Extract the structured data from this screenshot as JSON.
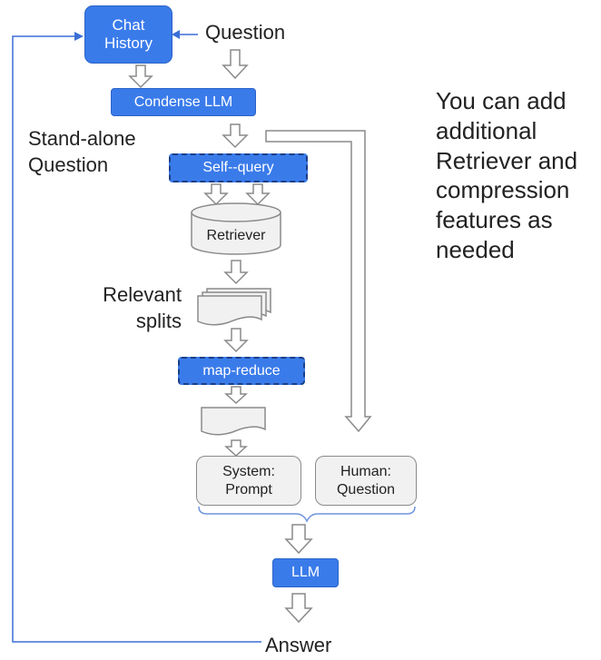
{
  "nodes": {
    "chat_history": "Chat\nHistory",
    "condense_llm": "Condense LLM",
    "self_query": "Self--query",
    "retriever": "Retriever",
    "map_reduce": "map-reduce",
    "system_prompt": "System:\nPrompt",
    "human_question": "Human:\nQuestion",
    "llm": "LLM"
  },
  "labels": {
    "question": "Question",
    "standalone_question": "Stand-alone\nQuestion",
    "relevant_splits": "Relevant\nsplits",
    "answer": "Answer"
  },
  "note": "You can add\nadditional\nRetriever and\ncompression\nfeatures as\nneeded",
  "colors": {
    "accent": "#3a7bea",
    "accent_border": "#2a63c8",
    "dashed_border": "#1d3f86",
    "node_grey": "#f1f1f1",
    "arrow_fill": "#ffffff",
    "arrow_stroke": "#8a8a8a",
    "feedback_line": "#3b6fd6"
  }
}
